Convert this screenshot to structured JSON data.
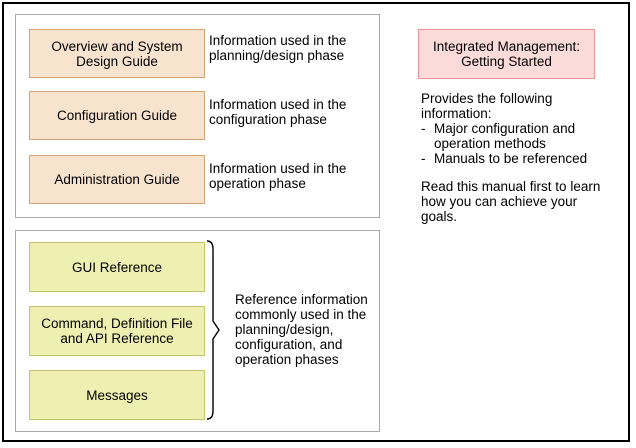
{
  "planning_group": {
    "items": [
      {
        "label": "Overview and System Design Guide",
        "description": "Information used in the planning/design phase"
      },
      {
        "label": "Configuration Guide",
        "description": "Information used in the configuration phase"
      },
      {
        "label": "Administration Guide",
        "description": "Information used in the operation phase"
      }
    ]
  },
  "reference_group": {
    "items": [
      {
        "label": "GUI Reference"
      },
      {
        "label": "Command, Definition File and API Reference"
      },
      {
        "label": "Messages"
      }
    ],
    "brace_note": "Reference information commonly used in the planning/design, configuration, and operation phases"
  },
  "right_panel": {
    "title": "Integrated Management: Getting Started",
    "intro": "Provides the following information:",
    "bullet_marker": "-",
    "bullets": [
      "Major configuration and operation methods",
      "Manuals to be referenced"
    ],
    "footer": "Read this manual first to learn how you can achieve your goals."
  },
  "colors": {
    "doc_box_fill": "#F8E3CE",
    "doc_box_border": "#D2A476",
    "ref_box_fill": "#EEEFB0",
    "ref_box_border": "#C6C66E",
    "highlight_box_fill": "#FBDBDA",
    "highlight_box_border": "#EF9494",
    "group_border": "#A8A8A8",
    "frame_border": "#000000",
    "text": "#000000"
  }
}
